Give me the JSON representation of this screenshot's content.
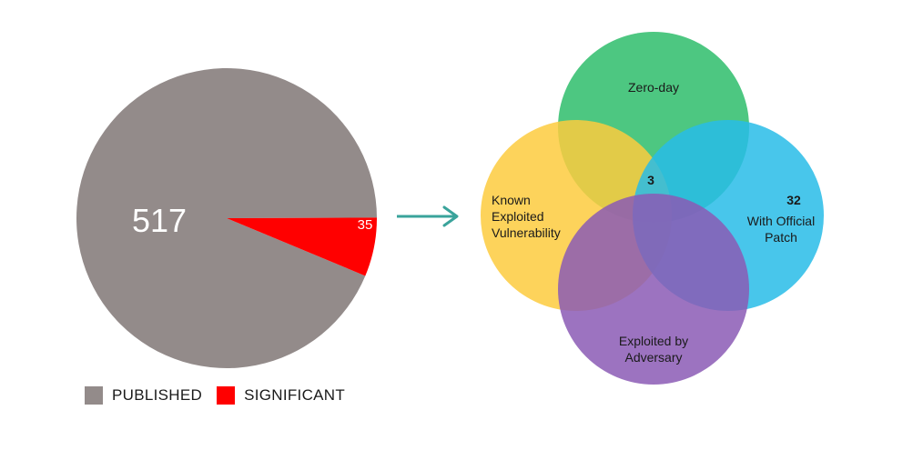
{
  "chart_data": [
    {
      "type": "pie",
      "slices": [
        {
          "label": "PUBLISHED",
          "value": 517,
          "color": "#938b8a"
        },
        {
          "label": "SIGNIFICANT",
          "value": 35,
          "color": "#ff0000"
        }
      ],
      "data_labels": [
        "517",
        "35"
      ],
      "legend": {
        "placement": "bottom",
        "items": [
          {
            "label": "PUBLISHED",
            "color": "#938b8a"
          },
          {
            "label": "SIGNIFICANT",
            "color": "#ff0000"
          }
        ]
      }
    },
    {
      "type": "venn",
      "sets": [
        {
          "name": "Zero-day",
          "lines": [
            "Zero-day"
          ],
          "color": "#2ebd6b"
        },
        {
          "name": "Known Exploited Vulnerability",
          "lines": [
            "Known",
            "Exploited",
            "Vulnerability"
          ],
          "color": "#fdcb3e"
        },
        {
          "name": "With Official Patch",
          "lines": [
            "With Official",
            "Patch"
          ],
          "color": "#28bce8"
        },
        {
          "name": "Exploited by Adversary",
          "lines": [
            "Exploited by",
            "Adversary"
          ],
          "color": "#8b5bb5"
        }
      ],
      "counts": {
        "center": "3",
        "with_official_patch": "32"
      }
    }
  ],
  "arrow": {
    "color": "#3aa39b"
  }
}
